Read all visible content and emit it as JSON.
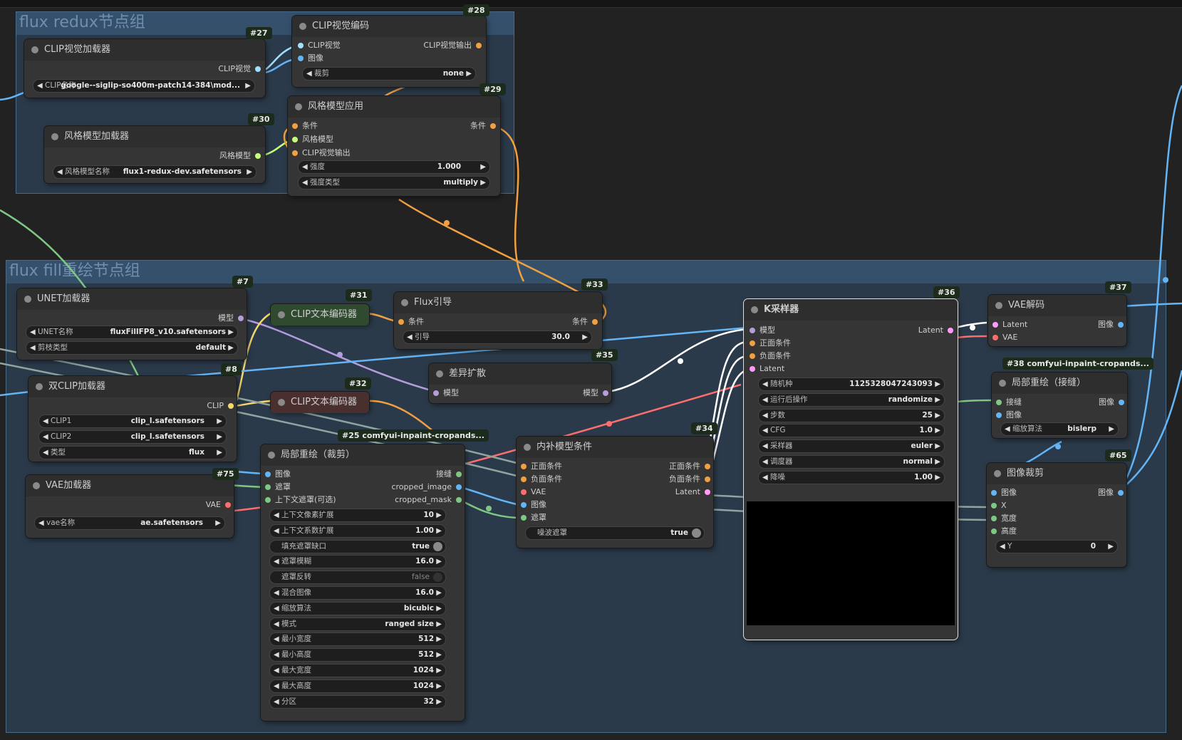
{
  "groups": {
    "redux": {
      "title": "flux redux节点组"
    },
    "fill": {
      "title": "flux fill重绘节点组"
    }
  },
  "colors": {
    "clip": "#f5d76e",
    "conditioning": "#f0a040",
    "model": "#b39ddb",
    "vae": "#ff6e6e",
    "image": "#64b5f6",
    "mask": "#81c784",
    "latent": "#ff9cf9",
    "style_model": "#c6ff7a",
    "clip_vision": "#a1e0ff"
  },
  "nodes": {
    "n28": {
      "id": "#28",
      "title": "CLIP视觉编码",
      "in_clip_vision": "CLIP视觉",
      "in_image": "图像",
      "out": "CLIP视觉输出",
      "crop_label": "裁剪",
      "crop_value": "none"
    },
    "n27": {
      "id": "#27",
      "title": "CLIP视觉加载器",
      "out": "CLIP视觉",
      "name_label": "CLIP名称",
      "name_value": "google--siglip-so400m-patch14-384\\mod..."
    },
    "n29": {
      "id": "#29",
      "title": "风格模型应用",
      "in_cond": "条件",
      "in_style": "风格模型",
      "in_cvo": "CLIP视觉输出",
      "out": "条件",
      "strength_label": "强度",
      "strength_value": "1.000",
      "stype_label": "强度类型",
      "stype_value": "multiply"
    },
    "n30": {
      "id": "#30",
      "title": "风格模型加载器",
      "out": "风格模型",
      "name_label": "风格模型名称",
      "name_value": "flux1-redux-dev.safetensors"
    },
    "n7": {
      "id": "#7",
      "title": "UNET加载器",
      "out": "模型",
      "unet_label": "UNET名称",
      "unet_value": "fluxFillFP8_v10.safetensors",
      "dtype_label": "剪枝类型",
      "dtype_value": "default"
    },
    "n31": {
      "id": "#31",
      "title": "CLIP文本编码器"
    },
    "n33": {
      "id": "#33",
      "title": "Flux引导",
      "in_cond": "条件",
      "out": "条件",
      "guid_label": "引导",
      "guid_value": "30.0"
    },
    "n35": {
      "id": "#35",
      "title": "差异扩散",
      "in_model": "模型",
      "out": "模型"
    },
    "n8": {
      "id": "#8",
      "title": "双CLIP加载器",
      "out": "CLIP",
      "clip1_label": "CLIP1",
      "clip1_value": "clip_l.safetensors",
      "clip2_label": "CLIP2",
      "clip2_value": "clip_l.safetensors",
      "type_label": "类型",
      "type_value": "flux"
    },
    "n32": {
      "id": "#32",
      "title": "CLIP文本编码器"
    },
    "n25": {
      "badge": "#25 comfyui-inpaint-cropands...",
      "title": "局部重绘（裁剪）",
      "in_image": "图像",
      "in_mask": "遮罩",
      "in_ctx": "上下文遮罩(可选)",
      "out_stitch": "接缝",
      "out_cimg": "cropped_image",
      "out_cmask": "cropped_mask",
      "widgets": [
        {
          "label": "上下文像素扩展",
          "value": "10",
          "kind": "num"
        },
        {
          "label": "上下文系数扩展",
          "value": "1.00",
          "kind": "num"
        },
        {
          "label": "填充遮罩缺口",
          "value": "true",
          "kind": "toggle_on"
        },
        {
          "label": "遮罩模糊",
          "value": "16.0",
          "kind": "num"
        },
        {
          "label": "遮罩反转",
          "value": "false",
          "kind": "toggle_off"
        },
        {
          "label": "混合图像",
          "value": "16.0",
          "kind": "num"
        },
        {
          "label": "缩放算法",
          "value": "bicubic",
          "kind": "num"
        },
        {
          "label": "模式",
          "value": "ranged size",
          "kind": "num"
        },
        {
          "label": "最小宽度",
          "value": "512",
          "kind": "num"
        },
        {
          "label": "最小高度",
          "value": "512",
          "kind": "num"
        },
        {
          "label": "最大宽度",
          "value": "1024",
          "kind": "num"
        },
        {
          "label": "最大高度",
          "value": "1024",
          "kind": "num"
        },
        {
          "label": "分区",
          "value": "32",
          "kind": "num"
        }
      ]
    },
    "n75": {
      "id": "#75",
      "title": "VAE加载器",
      "out": "VAE",
      "name_label": "vae名称",
      "name_value": "ae.safetensors"
    },
    "n34": {
      "id": "#34",
      "title": "内补模型条件",
      "in_pos": "正面条件",
      "in_neg": "负面条件",
      "in_vae": "VAE",
      "in_image": "图像",
      "in_mask": "遮罩",
      "out_pos": "正面条件",
      "out_neg": "负面条件",
      "out_latent": "Latent",
      "noise_label": "噪波遮罩",
      "noise_value": "true"
    },
    "n36": {
      "id": "#36",
      "title": "K采样器",
      "in_model": "模型",
      "in_pos": "正面条件",
      "in_neg": "负面条件",
      "in_latent": "Latent",
      "out": "Latent",
      "widgets": [
        {
          "label": "随机种",
          "value": "1125328047243093"
        },
        {
          "label": "运行后操作",
          "value": "randomize"
        },
        {
          "label": "步数",
          "value": "25"
        },
        {
          "label": "CFG",
          "value": "1.0"
        },
        {
          "label": "采样器",
          "value": "euler"
        },
        {
          "label": "调度器",
          "value": "normal"
        },
        {
          "label": "降噪",
          "value": "1.00"
        }
      ]
    },
    "n37": {
      "id": "#37",
      "title": "VAE解码",
      "in_latent": "Latent",
      "in_vae": "VAE",
      "out": "图像"
    },
    "n38": {
      "badge": "#38 comfyui-inpaint-cropands...",
      "title": "局部重绘（接缝）",
      "in_stitch": "接缝",
      "in_image": "图像",
      "out": "图像",
      "rescale_label": "缩放算法",
      "rescale_value": "bislerp"
    },
    "n65": {
      "id": "#65",
      "title": "图像裁剪",
      "in_image": "图像",
      "in_x": "X",
      "in_w": "宽度",
      "in_h": "高度",
      "out": "图像",
      "y_label": "Y",
      "y_value": "0"
    }
  }
}
